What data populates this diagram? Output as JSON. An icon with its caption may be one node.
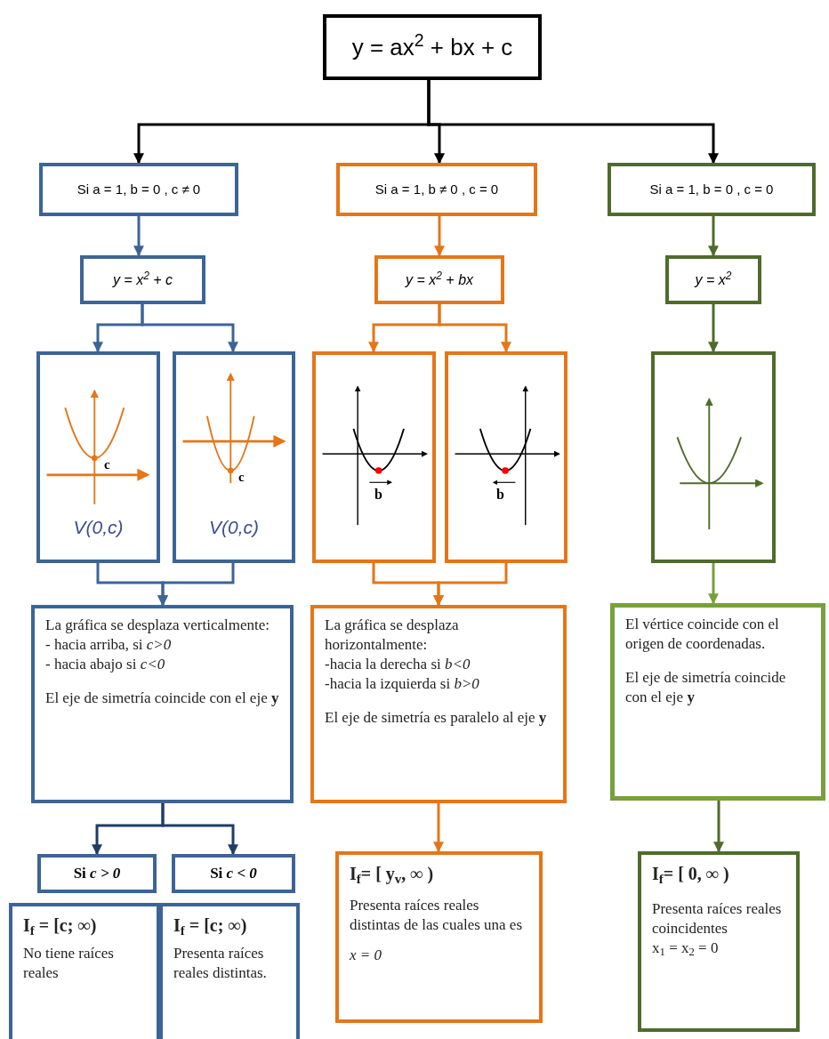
{
  "diagram": {
    "nodes": [
      {
        "text": [
          "y = ax$^{2}$ + bx + c"
        ]
      },
      {
        "text": [
          "Si a = 1, b = 0 , c ≠ 0"
        ]
      },
      {
        "text": [
          "Si a = 1, b ≠ 0 , c = 0"
        ]
      },
      {
        "text": [
          "Si a = 1, b = 0 , c = 0"
        ]
      },
      {
        "text": [
          "y = x$^{2}$ + c"
        ]
      },
      {
        "text": [
          "y = x$^{2}$ + bx"
        ]
      },
      {
        "text": [
          "y = x$^{2}$"
        ]
      },
      {
        "text": [
          "c",
          "V(0,c)"
        ]
      },
      {
        "text": [
          "c",
          "V(0,c)"
        ]
      },
      {
        "text": [
          "b"
        ]
      },
      {
        "text": [
          "b"
        ]
      },
      {
        "text": [],
        "shape": "picture"
      },
      {
        "text": [
          "La gráfica se desplaza verticalmente:",
          "- hacia arriba, si *c>0*",
          "- hacia abajo si *c<0*",
          "El eje de simetría coincide con el eje **y**"
        ]
      },
      {
        "text": [
          "La gráfica se desplaza horizontalmente:",
          "-hacia la derecha si *b<0*",
          "-hacia la izquierda si *b>0*",
          "El eje de simetría es paralelo al eje **y**"
        ]
      },
      {
        "text": [
          "El vértice coincide con el origen de coordenadas.",
          "El eje de simetría coincide con el eje **y**"
        ]
      },
      {
        "text": [
          "Si *c > 0*"
        ]
      },
      {
        "text": [
          "Si *c < 0*"
        ]
      },
      {
        "text": [
          "I$_{f}$ = [c;  ∞)",
          "No tiene raíces reales"
        ]
      },
      {
        "text": [
          "I$_{f}$ = [c;  ∞)",
          "Presenta raíces reales distintas."
        ]
      },
      {
        "text": [
          "I$_{f}$= [ y$_{v}$,  ∞ )",
          "Presenta raíces reales distintas de las cuales una es",
          "*x = 0*"
        ]
      },
      {
        "text": [
          "I$_{f}$= [ 0,  ∞ )",
          "Presenta raíces reales coincidentes",
          "x$_{1}$ =  x$_{2}$ = 0"
        ]
      }
    ],
    "edges": [
      {
        "from": 0,
        "to": 1,
        "arrow": "to",
        "color": "#000000"
      },
      {
        "from": 0,
        "to": 2,
        "arrow": "to",
        "color": "#000000"
      },
      {
        "from": 0,
        "to": 3,
        "arrow": "to",
        "color": "#000000"
      },
      {
        "from": 1,
        "to": 4,
        "arrow": "to",
        "color": "#3c6497"
      },
      {
        "from": 2,
        "to": 5,
        "arrow": "to",
        "color": "#e47619"
      },
      {
        "from": 3,
        "to": 6,
        "arrow": "to",
        "color": "#4f6b2b"
      },
      {
        "from": 4,
        "to": 7,
        "arrow": "to",
        "color": "#3c6497"
      },
      {
        "from": 4,
        "to": 8,
        "arrow": "to",
        "color": "#3c6497"
      },
      {
        "from": 5,
        "to": 9,
        "arrow": "to",
        "color": "#e47619"
      },
      {
        "from": 5,
        "to": 10,
        "arrow": "to",
        "color": "#e47619"
      },
      {
        "from": 6,
        "to": 11,
        "arrow": "to",
        "color": "#4f6b2b"
      },
      {
        "from": 7,
        "to": 12,
        "arrow": "to",
        "color": "#3c6497"
      },
      {
        "from": 8,
        "to": 12,
        "arrow": "to",
        "color": "#3c6497"
      },
      {
        "from": 9,
        "to": 13,
        "arrow": "to",
        "color": "#e47619"
      },
      {
        "from": 10,
        "to": 13,
        "arrow": "to",
        "color": "#e47619"
      },
      {
        "from": 11,
        "to": 14,
        "arrow": "to",
        "color": "#78a03c"
      },
      {
        "from": 12,
        "to": 15,
        "arrow": "to",
        "color": "#1f3d66"
      },
      {
        "from": 12,
        "to": 16,
        "arrow": "to",
        "color": "#1f3d66"
      },
      {
        "from": 13,
        "to": 19,
        "arrow": "to",
        "color": "#e47619"
      },
      {
        "from": 14,
        "to": 20,
        "arrow": "to",
        "color": "#4f6b2b"
      }
    ]
  }
}
